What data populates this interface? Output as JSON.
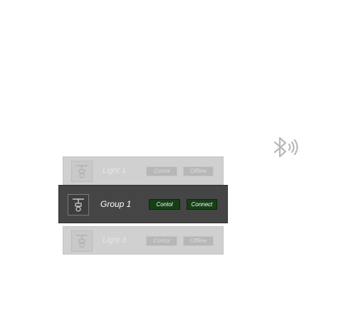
{
  "status": {
    "icon": "bluetooth-signal-icon"
  },
  "devices": [
    {
      "name": "Light 1",
      "icon": "spotlight-icon",
      "control_label": "Contol",
      "connect_label": "Offline",
      "state": "inactive"
    },
    {
      "name": "Group 1",
      "icon": "spotlight-icon",
      "control_label": "Contol",
      "connect_label": "Connect",
      "state": "selected"
    },
    {
      "name": "Light 3",
      "icon": "spotlight-icon",
      "control_label": "Contol",
      "connect_label": "Offline",
      "state": "inactive"
    }
  ],
  "colors": {
    "selected_row": "#454545",
    "action_button": "#163f16",
    "faded_row": "#d0d0d0"
  }
}
